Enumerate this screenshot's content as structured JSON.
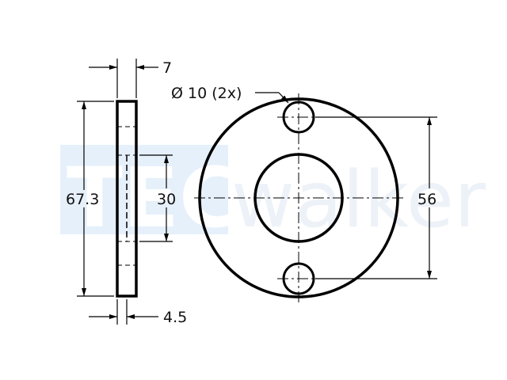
{
  "drawing": {
    "dimensions": {
      "thickness": "7",
      "outer_height": "67.3",
      "bore": "30",
      "hole_spacing": "56",
      "shoulder": "4.5",
      "hole_callout": "Ø 10 (2x)"
    },
    "watermark": {
      "text_left": "TEC",
      "text_right": "walker",
      "colors": {
        "box": "#e6f0fb",
        "left_text": "#ffffff",
        "right_text": "#edf2f8"
      }
    },
    "line_color": "#000000"
  }
}
